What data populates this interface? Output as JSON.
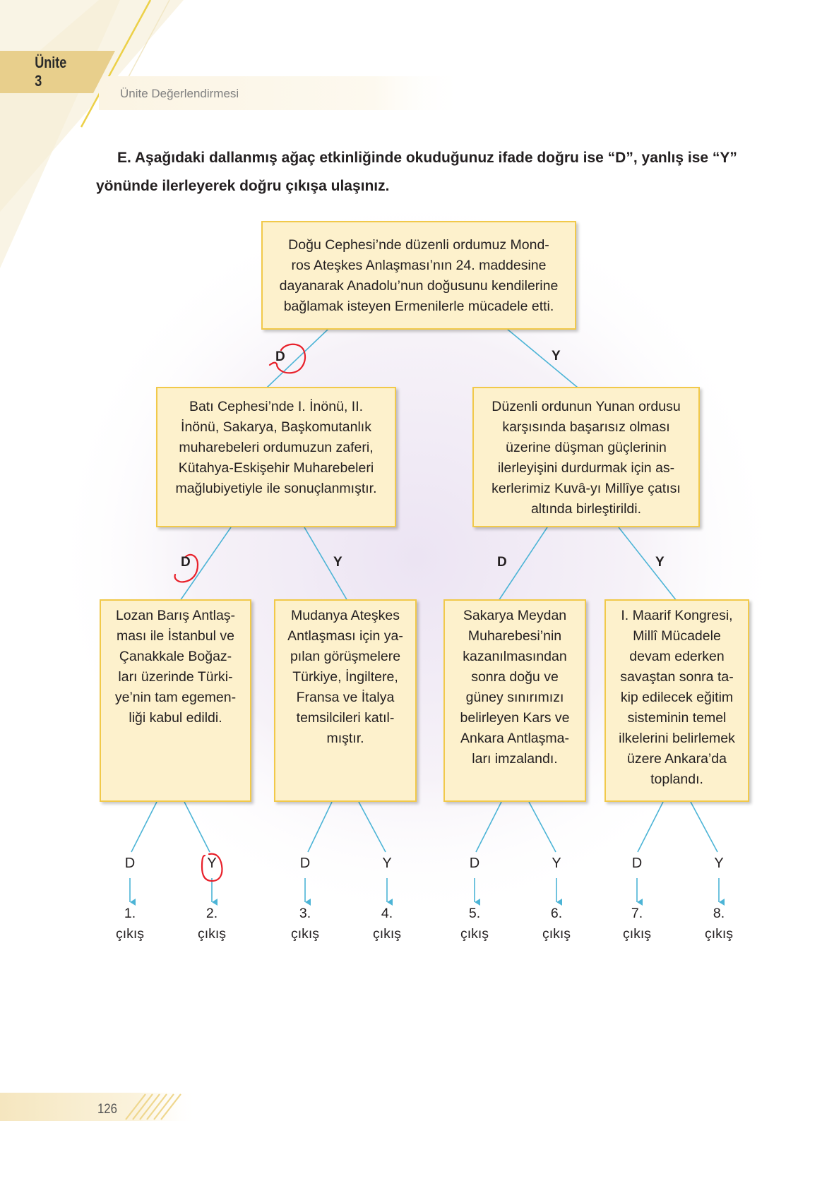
{
  "header": {
    "unit_label": "Ünite 3",
    "subtitle": "Ünite Değerlendirmesi"
  },
  "instruction": "E. Aşağıdaki dallanmış ağaç etkinliğinde okuduğunuz ifade doğru ise “D”, yanlış ise “Y” yönünde ilerleyerek doğru çıkışa ulaşınız.",
  "tree": {
    "root": {
      "lines": [
        "Doğu Cephesi’nde düzenli ordumuz Mond-",
        "ros Ateşkes Anlaşması’nın 24. maddesine",
        "dayanarak Anadolu’nun doğusunu kendilerine",
        "bağlamak isteyen Ermenilerle mücadele etti."
      ]
    },
    "level1": [
      {
        "lines": [
          "Batı Cephesi’nde I. İnönü, II.",
          "İnönü, Sakarya, Başkomutanlık",
          "muharebeleri ordumuzun zaferi,",
          "Kütahya-Eskişehir Muharebeleri",
          "mağlubiyetiyle ile sonuçlanmıştır."
        ]
      },
      {
        "lines": [
          "Düzenli ordunun Yunan ordusu",
          "karşısında başarısız olması",
          "üzerine düşman güçlerinin",
          "ilerleyişini durdurmak için as-",
          "kerlerimiz Kuvâ-yı Millîye çatısı",
          "altında birleştirildi."
        ]
      }
    ],
    "level2": [
      {
        "lines": [
          "Lozan Barış Antlaş-",
          "ması ile İstanbul ve",
          "Çanakkale Boğaz-",
          "ları üzerinde Türki-",
          "ye’nin tam egemen-",
          "liği kabul edildi."
        ]
      },
      {
        "lines": [
          "Mudanya Ateşkes",
          "Antlaşması için ya-",
          "pılan görüşmelere",
          "Türkiye, İngiltere,",
          "Fransa ve İtalya",
          "temsilcileri katıl-",
          "mıştır."
        ]
      },
      {
        "lines": [
          "Sakarya Meydan",
          "Muharebesi’nin",
          "kazanılmasından",
          "sonra doğu ve",
          "güney sınırımızı",
          "belirleyen Kars ve",
          "Ankara Antlaşma-",
          "ları imzalandı."
        ]
      },
      {
        "lines": [
          "I. Maarif Kongresi,",
          "Millî Mücadele",
          "devam ederken",
          "savaştan sonra ta-",
          "kip edilecek eğitim",
          "sisteminin temel",
          "ilkelerini belirlemek",
          "üzere Ankara’da",
          "toplandı."
        ]
      }
    ],
    "branch_labels": {
      "root": [
        "D",
        "Y"
      ],
      "level1": [
        "D",
        "Y",
        "D",
        "Y"
      ],
      "leaves": [
        "D",
        "Y",
        "D",
        "Y",
        "D",
        "Y",
        "D",
        "Y"
      ]
    },
    "exits": [
      {
        "number": "1.",
        "word": "çıkış"
      },
      {
        "number": "2.",
        "word": "çıkış"
      },
      {
        "number": "3.",
        "word": "çıkış"
      },
      {
        "number": "4.",
        "word": "çıkış"
      },
      {
        "number": "5.",
        "word": "çıkış"
      },
      {
        "number": "6.",
        "word": "çıkış"
      },
      {
        "number": "7.",
        "word": "çıkış"
      },
      {
        "number": "8.",
        "word": "çıkış"
      }
    ]
  },
  "student_marks": [
    "root D circled",
    "level1 left D circled",
    "exit 2 Y circled"
  ],
  "page_number": "126",
  "colors": {
    "box_fill": "#fdf1cc",
    "box_border": "#f1c94a",
    "connector": "#4cb4d6",
    "header_band": "#e8cf8c",
    "accent_line": "#ecd047",
    "pen_red": "#e8202a"
  }
}
